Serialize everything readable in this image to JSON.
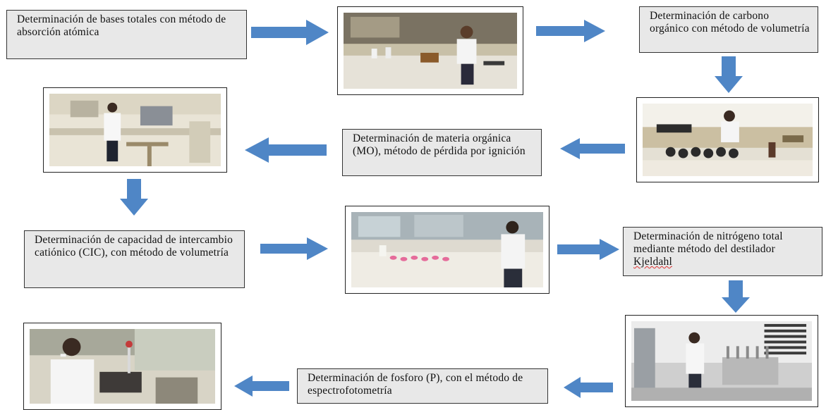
{
  "colors": {
    "arrow": "#4f86c6",
    "box_fill": "#e8e8e8"
  },
  "steps": [
    {
      "id": "bases",
      "text": "Determinación de bases totales con método de absorción atómica"
    },
    {
      "id": "carbono",
      "text": "Determinación de carbono orgánico con método de volumetría"
    },
    {
      "id": "mo",
      "text": "Determinación de materia orgánica (MO), método de pérdida por ignición"
    },
    {
      "id": "cic",
      "text": "Determinación de capacidad de intercambio catiónico (CIC), con método de volumetría"
    },
    {
      "id": "nitrogeno",
      "text_main": "Determinación de nitrógeno total mediante método del destilador ",
      "text_underlined": "Kjeldahl"
    },
    {
      "id": "fosforo",
      "text": "Determinación de fosforo (P), con el método de espectrofotometría"
    }
  ],
  "photos": [
    {
      "id": "photo-lab-1",
      "icon": "lab-photo"
    },
    {
      "id": "photo-lab-2",
      "icon": "lab-photo"
    },
    {
      "id": "photo-lab-3",
      "icon": "lab-photo"
    },
    {
      "id": "photo-lab-4",
      "icon": "lab-photo"
    },
    {
      "id": "photo-lab-5",
      "icon": "lab-photo"
    },
    {
      "id": "photo-lab-6",
      "icon": "lab-photo"
    }
  ]
}
